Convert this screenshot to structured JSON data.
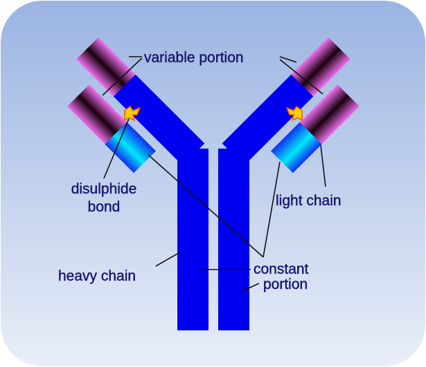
{
  "title": "Antibody structure",
  "labels": {
    "variable_portion": "variable portion",
    "disulphide_line1": "disulphide",
    "disulphide_line2": "bond",
    "light_chain": "light chain",
    "heavy_chain": "heavy chain",
    "constant_line1": "constant",
    "constant_line2": "portion"
  },
  "colors": {
    "heavy_chain": "#0000f0",
    "light_chain_constant": "#00d8f0",
    "variable": "#ee66ee",
    "text": "#15156b",
    "disulphide": "#ffd000"
  }
}
